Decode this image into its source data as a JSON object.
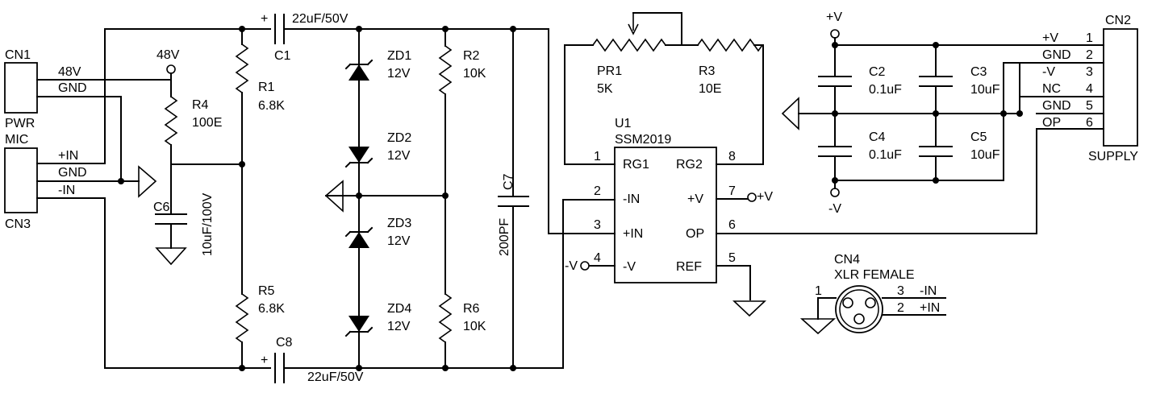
{
  "connectors": {
    "cn1": {
      "ref": "CN1",
      "name": "PWR",
      "pins": [
        "48V",
        "GND"
      ]
    },
    "cn3": {
      "ref": "CN3",
      "name": "MIC",
      "pins": [
        "+IN",
        "GND",
        "-IN"
      ]
    },
    "cn2": {
      "ref": "CN2",
      "name": "SUPPLY",
      "pins": [
        {
          "num": "1",
          "sig": "+V"
        },
        {
          "num": "2",
          "sig": "GND"
        },
        {
          "num": "3",
          "sig": "-V"
        },
        {
          "num": "4",
          "sig": "NC"
        },
        {
          "num": "5",
          "sig": "GND"
        },
        {
          "num": "6",
          "sig": "OP"
        }
      ]
    },
    "cn4": {
      "ref": "CN4",
      "name": "XLR FEMALE",
      "pin1": "1",
      "pin3": "3",
      "pin2": "2",
      "sig3": "-IN",
      "sig2": "+IN"
    }
  },
  "nets": {
    "v48": "48V",
    "vpos": "+V",
    "vneg": "-V"
  },
  "components": {
    "c1": {
      "ref": "C1",
      "value": "22uF/50V",
      "plus": "+"
    },
    "c8": {
      "ref": "C8",
      "value": "22uF/50V",
      "plus": "+"
    },
    "r1": {
      "ref": "R1",
      "value": "6.8K"
    },
    "r5": {
      "ref": "R5",
      "value": "6.8K"
    },
    "r4": {
      "ref": "R4",
      "value": "100E"
    },
    "c6": {
      "ref": "C6",
      "value": "10uF/100V"
    },
    "zd1": {
      "ref": "ZD1",
      "value": "12V"
    },
    "zd2": {
      "ref": "ZD2",
      "value": "12V"
    },
    "zd3": {
      "ref": "ZD3",
      "value": "12V"
    },
    "zd4": {
      "ref": "ZD4",
      "value": "12V"
    },
    "r2": {
      "ref": "R2",
      "value": "10K"
    },
    "r6": {
      "ref": "R6",
      "value": "10K"
    },
    "c7": {
      "ref": "C7",
      "value": "200PF"
    },
    "pr1": {
      "ref": "PR1",
      "value": "5K"
    },
    "r3": {
      "ref": "R3",
      "value": "10E"
    },
    "c2": {
      "ref": "C2",
      "value": "0.1uF"
    },
    "c4": {
      "ref": "C4",
      "value": "0.1uF"
    },
    "c3": {
      "ref": "C3",
      "value": "10uF"
    },
    "c5": {
      "ref": "C5",
      "value": "10uF"
    }
  },
  "u1": {
    "ref": "U1",
    "part": "SSM2019",
    "pins": {
      "p1": {
        "num": "1",
        "label": "RG1"
      },
      "p2": {
        "num": "2",
        "label": "-IN"
      },
      "p3": {
        "num": "3",
        "label": "+IN"
      },
      "p4": {
        "num": "4",
        "label": "-V"
      },
      "p8": {
        "num": "8",
        "label": "RG2"
      },
      "p7": {
        "num": "7",
        "label": "+V"
      },
      "p6": {
        "num": "6",
        "label": "OP"
      },
      "p5": {
        "num": "5",
        "label": "REF"
      }
    }
  }
}
